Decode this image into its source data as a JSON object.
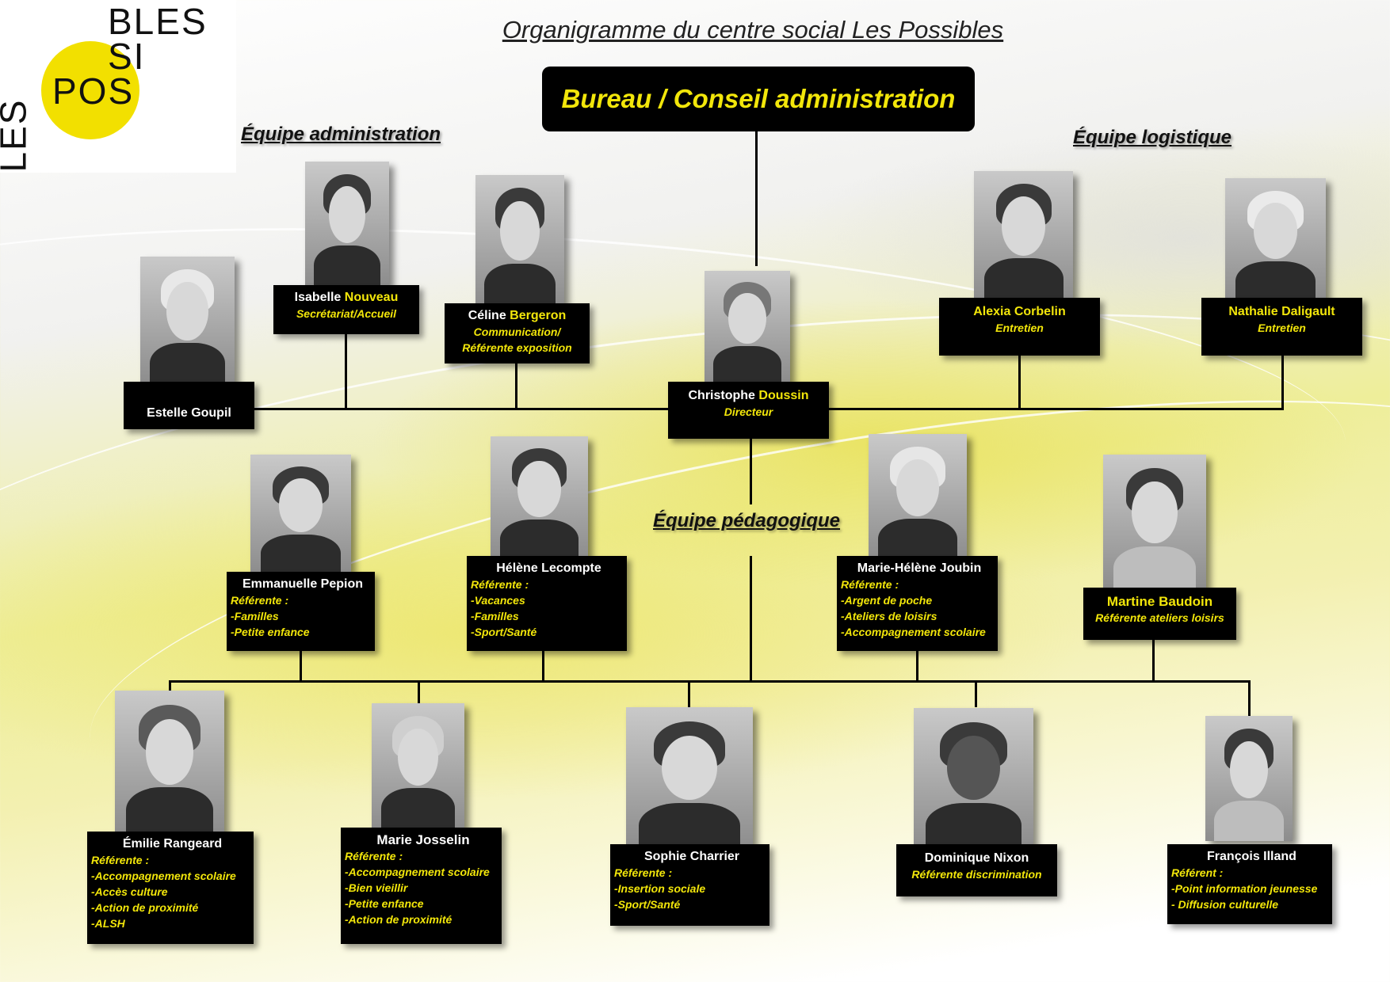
{
  "title": "Organigramme du centre social Les Possibles",
  "logo": {
    "line1": "BLES",
    "line2": "SI",
    "line3": "POS",
    "line4": "LES"
  },
  "board": "Bureau / Conseil administration",
  "teams": {
    "admin": "Équipe administration",
    "logistique": "Équipe logistique",
    "pedagogique": "Équipe pédagogique"
  },
  "people": {
    "estelle": {
      "name": "Estelle Goupil"
    },
    "isabelle": {
      "first": "Isabelle",
      "last": "Nouveau",
      "roles": [
        "Secrétariat/Accueil"
      ]
    },
    "celine": {
      "first": "Céline",
      "last": "Bergeron",
      "roles": [
        "Communication/",
        "Référente exposition"
      ]
    },
    "christophe": {
      "first": "Christophe",
      "last": "Doussin",
      "roles": [
        "Directeur"
      ]
    },
    "alexia": {
      "name": "Alexia Corbelin",
      "roles": [
        "Entretien"
      ]
    },
    "nathalie": {
      "name": "Nathalie Daligault",
      "roles": [
        "Entretien"
      ]
    },
    "emmanuelle": {
      "name": "Emmanuelle Pepion",
      "roles": [
        "Référente :",
        "-Familles",
        "-Petite enfance"
      ]
    },
    "helene": {
      "name": "Hélène Lecompte",
      "roles": [
        "Référente :",
        "-Vacances",
        "-Familles",
        "-Sport/Santé"
      ]
    },
    "mariehelene": {
      "name": "Marie-Hélène Joubin",
      "roles": [
        "Référente :",
        "-Argent de poche",
        "-Ateliers de loisirs",
        "-Accompagnement scolaire"
      ]
    },
    "martine": {
      "name": "Martine Baudoin",
      "roles": [
        "Référente ateliers loisirs"
      ]
    },
    "emilie": {
      "name": "Émilie Rangeard",
      "roles": [
        "Référente :",
        "-Accompagnement scolaire",
        "-Accès culture",
        "-Action de proximité",
        "-ALSH"
      ]
    },
    "marie": {
      "name": "Marie Josselin",
      "roles": [
        "Référente :",
        "-Accompagnement scolaire",
        "-Bien vieillir",
        "-Petite enfance",
        "-Action de proximité"
      ]
    },
    "sophie": {
      "name": "Sophie Charrier",
      "roles": [
        "Référente :",
        "-Insertion sociale",
        "-Sport/Santé"
      ]
    },
    "dominique": {
      "name": "Dominique Nixon",
      "roles": [
        "Référente discrimination"
      ]
    },
    "francois": {
      "name": "François Illand",
      "roles": [
        "Référent :",
        "-Point information jeunesse",
        "- Diffusion culturelle"
      ]
    }
  },
  "colors": {
    "accent": "#f2e60a",
    "card": "#000000",
    "logo_yellow": "#f2e000"
  }
}
